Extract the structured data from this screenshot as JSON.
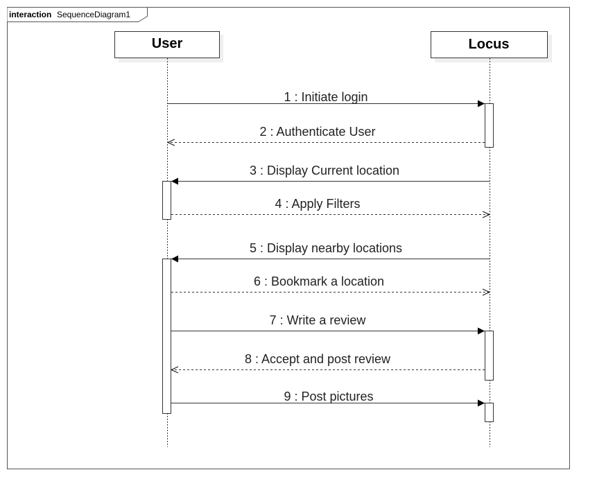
{
  "frame": {
    "keyword": "interaction",
    "name": "SequenceDiagram1"
  },
  "lifelines": [
    {
      "id": "user",
      "name": "User"
    },
    {
      "id": "locus",
      "name": "Locus"
    }
  ],
  "messages": [
    {
      "label": "1 : Initiate login",
      "from": "user",
      "to": "locus",
      "kind": "sync"
    },
    {
      "label": "2 : Authenticate User",
      "from": "locus",
      "to": "user",
      "kind": "return"
    },
    {
      "label": "3 : Display Current location",
      "from": "locus",
      "to": "user",
      "kind": "sync"
    },
    {
      "label": "4 : Apply Filters",
      "from": "user",
      "to": "locus",
      "kind": "return"
    },
    {
      "label": "5 : Display nearby locations",
      "from": "locus",
      "to": "user",
      "kind": "sync"
    },
    {
      "label": "6 : Bookmark a location",
      "from": "user",
      "to": "locus",
      "kind": "return"
    },
    {
      "label": "7 : Write a review",
      "from": "user",
      "to": "locus",
      "kind": "sync"
    },
    {
      "label": "8 : Accept and post review",
      "from": "locus",
      "to": "user",
      "kind": "return"
    },
    {
      "label": "9 : Post pictures",
      "from": "user",
      "to": "locus",
      "kind": "sync"
    }
  ]
}
